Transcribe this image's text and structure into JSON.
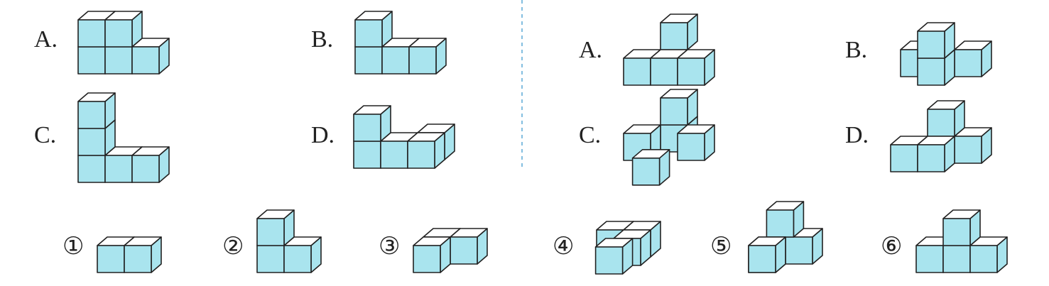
{
  "colors": {
    "cube_front": "#a9e4ee",
    "cube_top": "#ffffff",
    "cube_side": "#a9e4ee",
    "edge": "#222222",
    "divider": "#5aa9d6"
  },
  "left_group": {
    "options": [
      {
        "label": "A."
      },
      {
        "label": "B."
      },
      {
        "label": "C."
      },
      {
        "label": "D."
      }
    ]
  },
  "right_group": {
    "options": [
      {
        "label": "A."
      },
      {
        "label": "B."
      },
      {
        "label": "C."
      },
      {
        "label": "D."
      }
    ]
  },
  "bottom_row": {
    "items": [
      {
        "label": "①"
      },
      {
        "label": "②"
      },
      {
        "label": "③"
      },
      {
        "label": "④"
      },
      {
        "label": "⑤"
      },
      {
        "label": "⑥"
      }
    ]
  }
}
